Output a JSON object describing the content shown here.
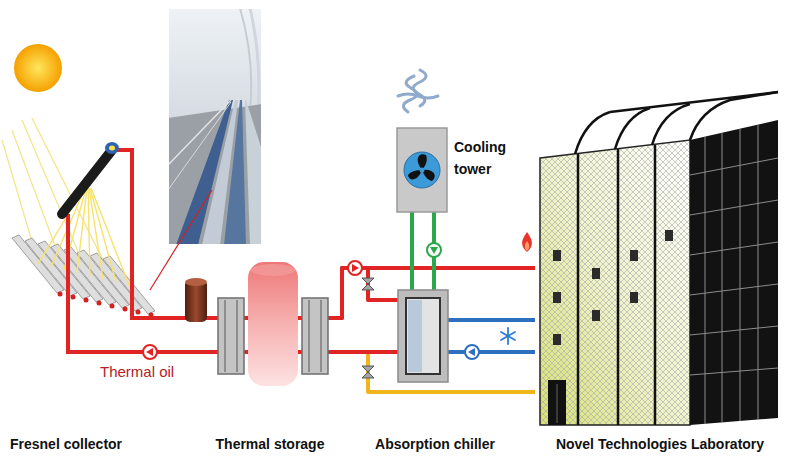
{
  "diagram": {
    "nodes": [
      {
        "text": [
          "Fresnel collector"
        ]
      },
      {
        "text": [
          "Thermal storage"
        ]
      },
      {
        "text": [
          "Cooling tower"
        ]
      },
      {
        "text": [
          "Absorption chiller"
        ]
      },
      {
        "text": [
          "Novel Technologies Laboratory"
        ]
      }
    ],
    "edges": [
      {
        "from": 0,
        "to": 1,
        "arrow": "none"
      },
      {
        "from": 1,
        "to": 0,
        "arrow": "none"
      },
      {
        "from": 4,
        "to": 1,
        "arrow": "none"
      },
      {
        "from": 1,
        "to": 3,
        "arrow": "none"
      },
      {
        "from": 1,
        "to": 4,
        "arrow": "none"
      },
      {
        "from": 3,
        "to": 1,
        "arrow": "none"
      },
      {
        "from": 3,
        "to": 4,
        "arrow": "none"
      },
      {
        "from": 4,
        "to": 3,
        "arrow": "none"
      },
      {
        "from": 3,
        "to": 2,
        "arrow": "none"
      },
      {
        "from": 2,
        "to": 3,
        "arrow": "none"
      }
    ],
    "labels": [
      "Thermal oil"
    ]
  }
}
